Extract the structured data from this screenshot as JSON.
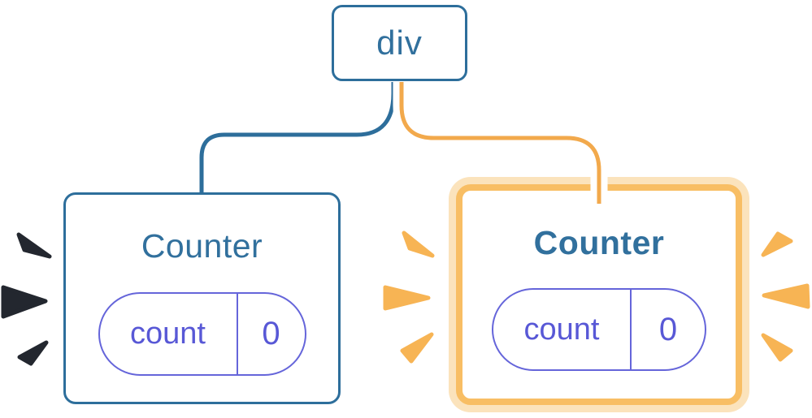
{
  "diagram": {
    "description": "Component tree: a div parent with two Counter children; the right Counter is highlighted",
    "root": {
      "label": "div"
    },
    "children": [
      {
        "label": "Counter",
        "highlighted": false,
        "state": {
          "key": "count",
          "value": "0"
        }
      },
      {
        "label": "Counter",
        "highlighted": true,
        "state": {
          "key": "count",
          "value": "0"
        }
      }
    ]
  },
  "icons": {
    "left_burst": "sparkle-burst-dark",
    "middle_burst": "sparkle-burst-orange",
    "right_burst": "sparkle-burst-orange"
  },
  "colors": {
    "steel_blue": "#2D6E9B",
    "text_blue": "#31709D",
    "purple_border": "#6565DA",
    "purple_text": "#5858D6",
    "orange_border": "#F8BE64",
    "orange_glow": "#FBE3BC",
    "orange_connector": "#F2A94C",
    "orange_sparkle": "#F7B454",
    "dark_sparkle": "#23272F",
    "casing_white": "#FFFFFF",
    "card_bg": "#FFFFFF"
  }
}
